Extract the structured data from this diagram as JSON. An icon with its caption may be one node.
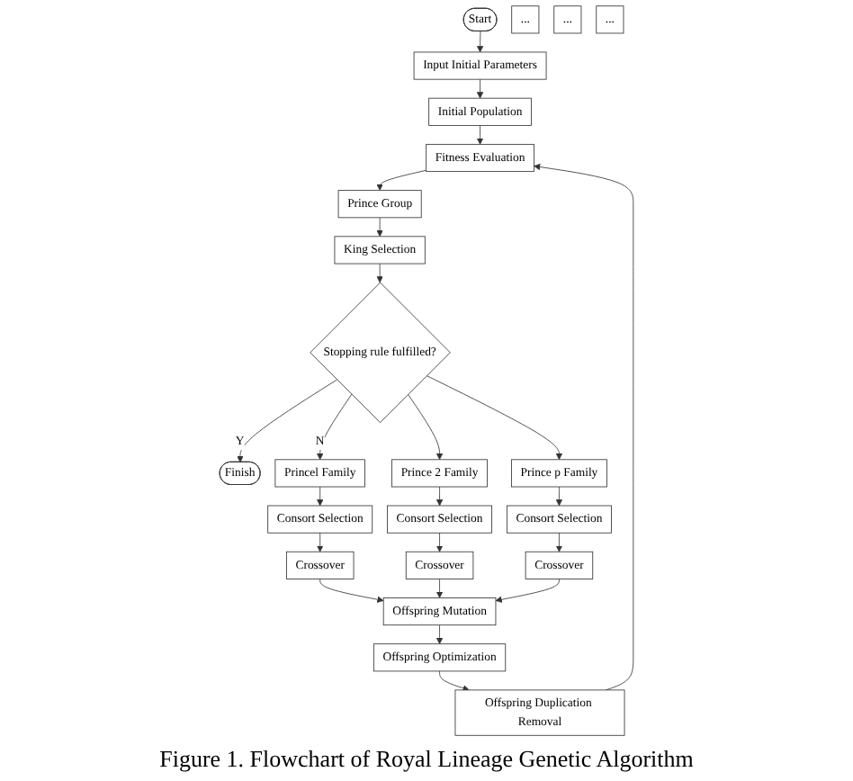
{
  "diagram": {
    "caption": "Figure 1. Flowchart of Royal Lineage Genetic Algorithm",
    "nodes": [
      {
        "text": [
          "Start"
        ]
      },
      {
        "text": [
          "Input Initial Parameters"
        ]
      },
      {
        "text": [
          "Initial Population"
        ]
      },
      {
        "text": [
          "Fitness Evaluation"
        ]
      },
      {
        "text": [
          "King Selection"
        ]
      },
      {
        "text": [
          "Prince Group"
        ]
      },
      {
        "text": [
          "Stopping rule fulfilled?"
        ]
      },
      {
        "text": [
          "Finish"
        ]
      },
      {
        "text": [
          "Princel Family"
        ]
      },
      {
        "text": [
          "Prince 2 Family"
        ]
      },
      {
        "text": [
          "..."
        ]
      },
      {
        "text": [
          "Prince p Family"
        ]
      },
      {
        "text": [
          "Consort Selection"
        ]
      },
      {
        "text": [
          "Consort Selection"
        ]
      },
      {
        "text": [
          "..."
        ]
      },
      {
        "text": [
          "Consort Selection"
        ]
      },
      {
        "text": [
          "Crossover"
        ]
      },
      {
        "text": [
          "Crossover"
        ]
      },
      {
        "text": [
          "..."
        ]
      },
      {
        "text": [
          "Crossover"
        ]
      },
      {
        "text": [
          "Offspring Mutation"
        ]
      },
      {
        "text": [
          "Offspring Optimization"
        ]
      },
      {
        "text": [
          "Offspring Duplication Removal"
        ]
      }
    ],
    "edges": [
      {
        "from": 0,
        "to": 1,
        "arrow": "to"
      },
      {
        "from": 1,
        "to": 2,
        "arrow": "to"
      },
      {
        "from": 2,
        "to": 3,
        "arrow": "to"
      },
      {
        "from": 3,
        "to": 5,
        "arrow": "to"
      },
      {
        "from": 5,
        "to": 4,
        "arrow": "to"
      },
      {
        "from": 4,
        "to": 6,
        "arrow": "to"
      },
      {
        "from": 6,
        "to": 7,
        "label": "Y",
        "arrow": "to"
      },
      {
        "from": 6,
        "to": 8,
        "label": "N",
        "arrow": "to"
      },
      {
        "from": 6,
        "to": 9,
        "arrow": "to"
      },
      {
        "from": 6,
        "to": 11,
        "arrow": "to"
      },
      {
        "from": 8,
        "to": 12,
        "arrow": "to"
      },
      {
        "from": 9,
        "to": 13,
        "arrow": "to"
      },
      {
        "from": 11,
        "to": 15,
        "arrow": "to"
      },
      {
        "from": 12,
        "to": 16,
        "arrow": "to"
      },
      {
        "from": 13,
        "to": 17,
        "arrow": "to"
      },
      {
        "from": 15,
        "to": 19,
        "arrow": "to"
      },
      {
        "from": 16,
        "to": 20,
        "arrow": "to"
      },
      {
        "from": 17,
        "to": 20,
        "arrow": "to"
      },
      {
        "from": 19,
        "to": 20,
        "arrow": "to"
      },
      {
        "from": 20,
        "to": 21,
        "arrow": "to"
      },
      {
        "from": 21,
        "to": 22,
        "arrow": "to"
      },
      {
        "from": 22,
        "to": 3,
        "arrow": "to"
      }
    ]
  }
}
